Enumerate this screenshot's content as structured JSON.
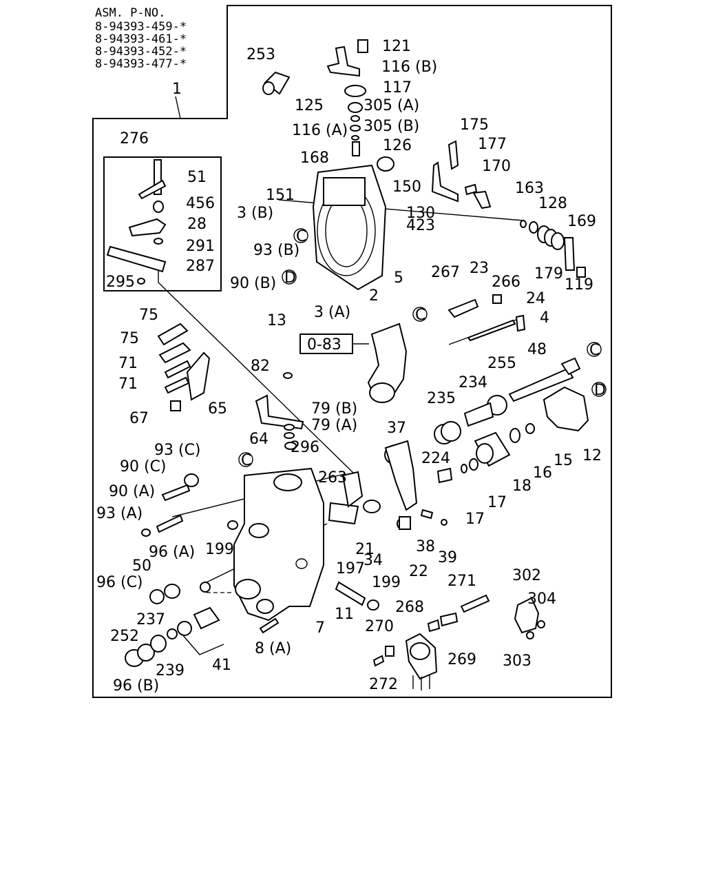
{
  "header": {
    "title": "ASM. P-NO.",
    "part_numbers": [
      "8-94393-459-*",
      "8-94393-461-*",
      "8-94393-452-*",
      "8-94393-477-*"
    ]
  },
  "reference_box": "0-83",
  "callout_markers": [
    "C",
    "C",
    "C",
    "C",
    "D",
    "D"
  ],
  "part_labels": [
    "1",
    "2",
    "3 (A)",
    "3 (B)",
    "4",
    "5",
    "7",
    "8 (A)",
    "11",
    "12",
    "13",
    "15",
    "16",
    "17",
    "17",
    "18",
    "21",
    "22",
    "23",
    "24",
    "28",
    "34",
    "37",
    "38",
    "39",
    "41",
    "48",
    "50",
    "51",
    "64",
    "65",
    "67",
    "71",
    "71",
    "75",
    "75",
    "79 (A)",
    "79 (B)",
    "82",
    "90 (A)",
    "90 (B)",
    "90 (C)",
    "93 (A)",
    "93 (B)",
    "93 (C)",
    "96 (A)",
    "96 (B)",
    "96 (C)",
    "116 (A)",
    "116 (B)",
    "117",
    "119",
    "121",
    "125",
    "126",
    "128",
    "130",
    "150",
    "151",
    "163",
    "168",
    "169",
    "170",
    "175",
    "177",
    "179",
    "197",
    "199",
    "199",
    "224",
    "234",
    "235",
    "237",
    "239",
    "252",
    "253",
    "255",
    "263",
    "266",
    "267",
    "268",
    "269",
    "270",
    "271",
    "272",
    "276",
    "287",
    "291",
    "295",
    "296",
    "302",
    "303",
    "304",
    "305 (A)",
    "305 (B)",
    "423",
    "456"
  ]
}
